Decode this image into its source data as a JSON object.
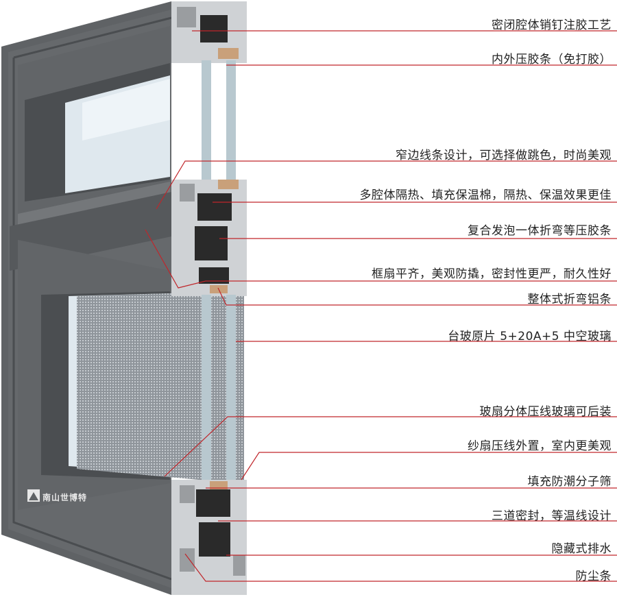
{
  "colors": {
    "frame": "#5e6164",
    "frame_dark": "#3f4245",
    "frame_light": "#8a8d90",
    "leader": "#c0262b",
    "glass": "#dfe8ee",
    "screen": "#9aa0a6"
  },
  "callouts": [
    {
      "text": "密闭腔体销钉注胶工艺"
    },
    {
      "text": "内外压胶条（免打胶）"
    },
    {
      "text": "窄边线条设计，可选择做跳色，时尚美观"
    },
    {
      "text": "多腔体隔热、填充保温棉，隔热、保温效果更佳"
    },
    {
      "text": "复合发泡一体折弯等压胶条"
    },
    {
      "text": "框扇平齐，美观防撬，密封性更严，耐久性好"
    },
    {
      "text": "整体式折弯铝条"
    },
    {
      "text": "台玻原片 5+20A+5 中空玻璃"
    },
    {
      "text": "玻扇分体压线玻璃可后装"
    },
    {
      "text": "纱扇压线外置，室内更美观"
    },
    {
      "text": "填充防潮分子筛"
    },
    {
      "text": "三道密封，等温线设计"
    },
    {
      "text": "隐藏式排水"
    },
    {
      "text": "防尘条"
    }
  ],
  "logo": {
    "brand": "南山世博特",
    "icon": "mountain-logo-icon"
  }
}
